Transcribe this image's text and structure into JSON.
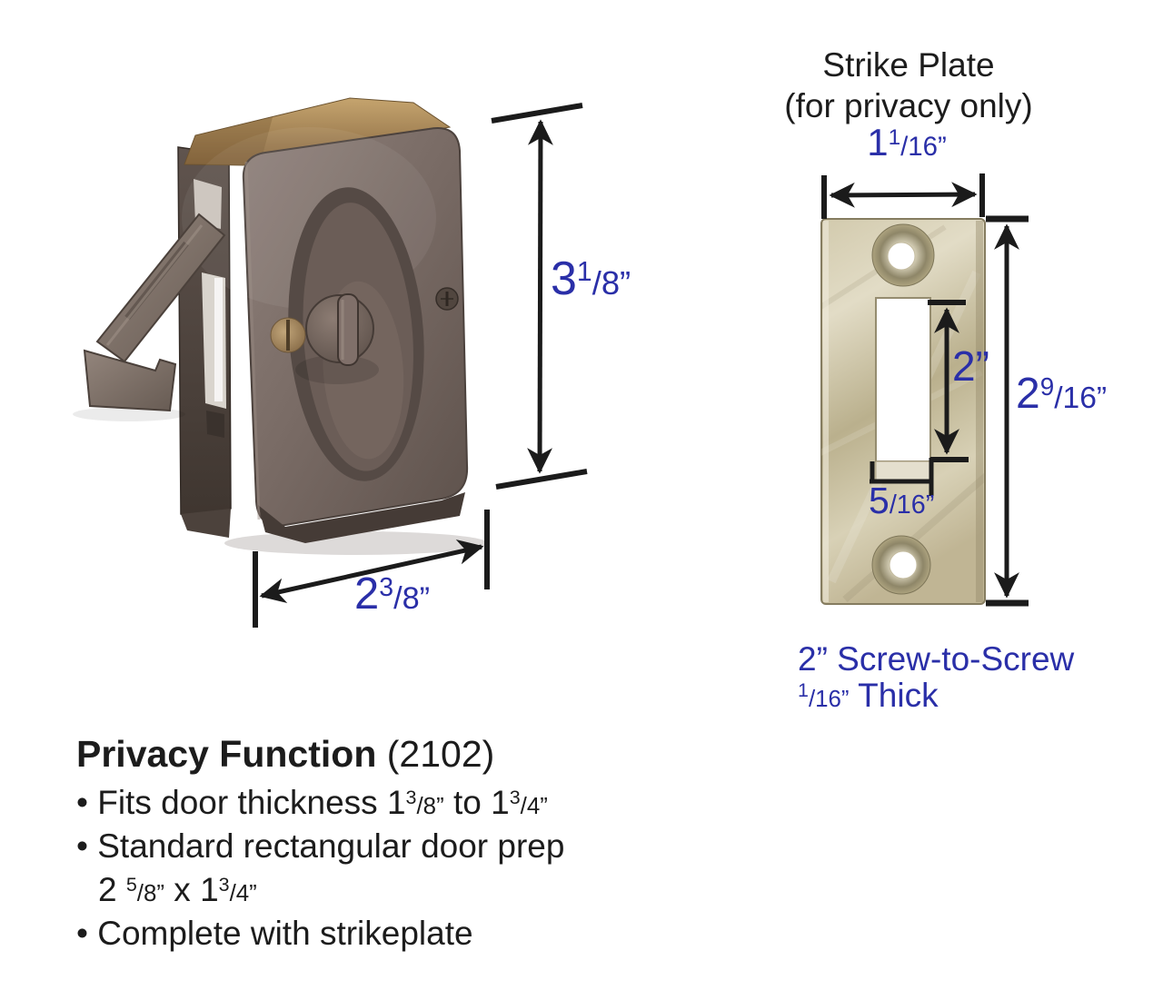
{
  "colors": {
    "dimension_blue": "#2a2fa8",
    "ink": "#1c1c1c"
  },
  "lock_view": {
    "height_label": [
      {
        "t": "3"
      },
      {
        "t": "1",
        "s": "sup"
      },
      {
        "t": "/8”",
        "s": "small"
      }
    ],
    "width_label": [
      {
        "t": "2"
      },
      {
        "t": "3",
        "s": "sup"
      },
      {
        "t": "/8”",
        "s": "small"
      }
    ]
  },
  "strike_plate_view": {
    "title": "Strike Plate",
    "subtitle": "(for privacy only)",
    "width_label": [
      {
        "t": "1"
      },
      {
        "t": "1",
        "s": "sup"
      },
      {
        "t": "/16”",
        "s": "small"
      }
    ],
    "slot_height_label": [
      {
        "t": "2”"
      }
    ],
    "slot_width_label": [
      {
        "t": "5"
      },
      {
        "t": "/16”",
        "s": "small"
      }
    ],
    "height_label": [
      {
        "t": "2"
      },
      {
        "t": "9",
        "s": "sup"
      },
      {
        "t": "/16”",
        "s": "small"
      }
    ],
    "note_line1": [
      {
        "t": "2” Screw-to-Screw"
      }
    ],
    "note_line2": [
      {
        "t": "1",
        "s": "sup"
      },
      {
        "t": "/16”",
        "s": "small"
      },
      {
        "t": " Thick"
      }
    ]
  },
  "description": {
    "title": [
      {
        "t": "Privacy Function",
        "s": "b"
      },
      {
        "t": " (2102)"
      }
    ],
    "bullet1": [
      {
        "t": "• Fits door thickness 1"
      },
      {
        "t": "3",
        "s": "sup"
      },
      {
        "t": "/8”",
        "s": "small"
      },
      {
        "t": " to 1"
      },
      {
        "t": "3",
        "s": "sup"
      },
      {
        "t": "/4”",
        "s": "small"
      }
    ],
    "bullet2": [
      {
        "t": "• Standard rectangular door prep"
      }
    ],
    "bullet2_cont": [
      {
        "t": "2 "
      },
      {
        "t": "5",
        "s": "sup"
      },
      {
        "t": "/8”",
        "s": "small"
      },
      {
        "t": " x 1"
      },
      {
        "t": "3",
        "s": "sup"
      },
      {
        "t": "/4”",
        "s": "small"
      }
    ],
    "bullet3": [
      {
        "t": "• Complete with strikeplate"
      }
    ]
  }
}
